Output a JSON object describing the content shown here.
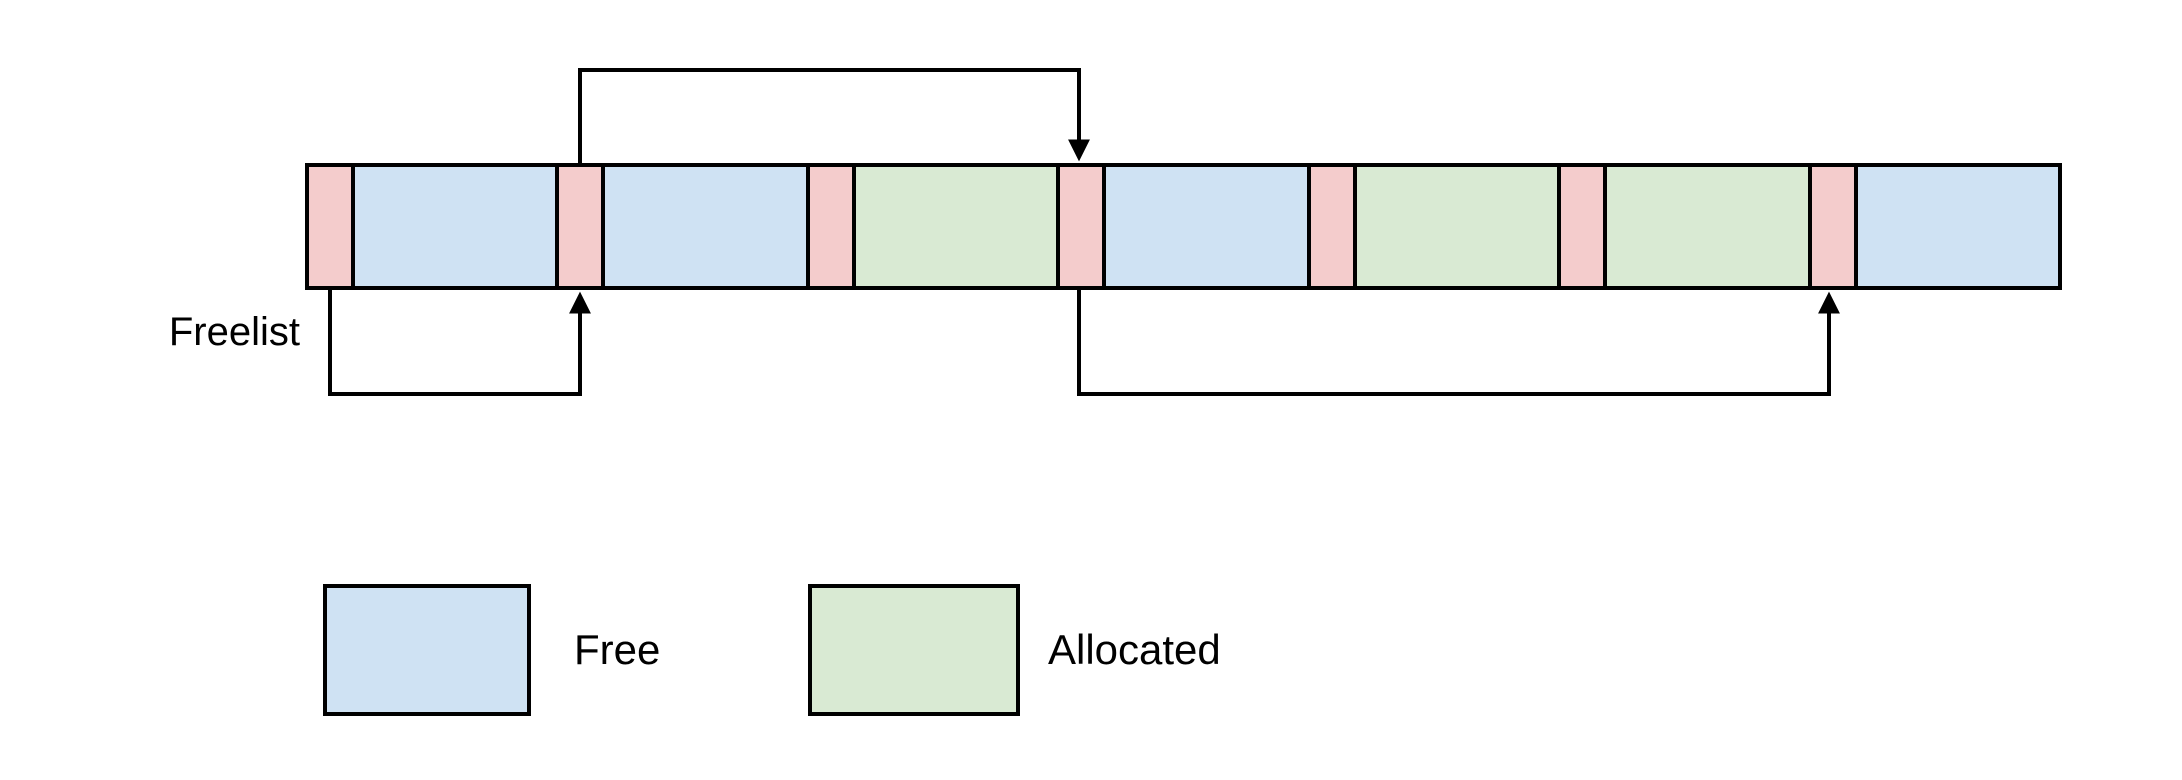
{
  "diagram": {
    "freelist_label": "Freelist",
    "memory_bar": {
      "segments": [
        {
          "type": "header"
        },
        {
          "type": "free"
        },
        {
          "type": "header"
        },
        {
          "type": "free"
        },
        {
          "type": "header"
        },
        {
          "type": "allocated"
        },
        {
          "type": "header"
        },
        {
          "type": "free"
        },
        {
          "type": "header"
        },
        {
          "type": "allocated"
        },
        {
          "type": "header"
        },
        {
          "type": "allocated"
        },
        {
          "type": "header"
        },
        {
          "type": "free"
        }
      ]
    },
    "arrows": [
      {
        "id": "top-link",
        "from": "header-3",
        "to": "header-7",
        "route": "over-top-of-bar",
        "direction": "down-arrowhead"
      },
      {
        "id": "bottom-left-link",
        "from": "header-1",
        "to": "header-3",
        "route": "under-bar",
        "direction": "up-arrowhead"
      },
      {
        "id": "bottom-right-link",
        "from": "header-7",
        "to": "header-13",
        "route": "under-bar",
        "direction": "up-arrowhead"
      }
    ],
    "legend": [
      {
        "swatch": "free",
        "label": "Free"
      },
      {
        "swatch": "allocated",
        "label": "Allocated"
      }
    ],
    "colors": {
      "free": "#cfe2f3",
      "allocated": "#d9ead3",
      "header": "#f4cccc",
      "border": "#000000"
    }
  }
}
